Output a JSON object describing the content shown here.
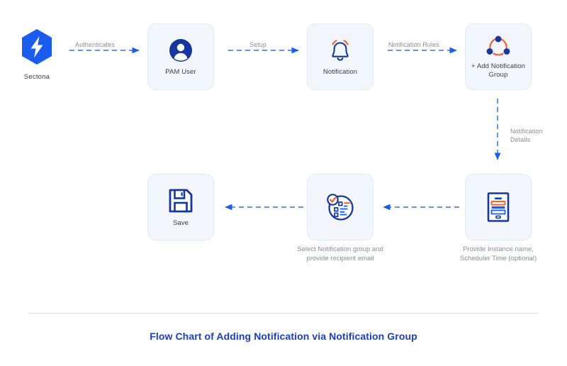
{
  "diagram": {
    "caption": "Flow Chart of Adding Notification via Notification Group",
    "colors": {
      "brand_blue": "#1a5cf0",
      "deep_blue": "#16379d",
      "accent_orange": "#f2622a",
      "node_fill": "#f3f7fd",
      "node_border": "#e3e9f3",
      "label_gray": "#8a8e95",
      "caption_blue": "#1a3fc4"
    },
    "nodes": [
      {
        "id": "sectona",
        "icon": "sectona-hexagon-bolt-logo",
        "label": "Sectona",
        "caption": ""
      },
      {
        "id": "pam-user",
        "icon": "user-avatar-icon",
        "label": "PAM User",
        "caption": ""
      },
      {
        "id": "notification",
        "icon": "bell-ringing-icon",
        "label": "Notification",
        "caption": ""
      },
      {
        "id": "add-notification-group",
        "icon": "group-three-dots-icon",
        "label": "+ Add\nNotification Group",
        "caption": ""
      },
      {
        "id": "provide-instance",
        "icon": "form-document-icon",
        "label": "",
        "caption": "Provide Instance name,\nScheduler Time (optional)"
      },
      {
        "id": "select-group",
        "icon": "checklist-circle-icon",
        "label": "",
        "caption": "Select Notification\ngroup and provide\nrecipient email"
      },
      {
        "id": "save",
        "icon": "floppy-disk-save-icon",
        "label": "Save",
        "caption": ""
      }
    ],
    "connectors": [
      {
        "id": "sectona-to-pam",
        "label": "Authenticates",
        "direction": "right"
      },
      {
        "id": "pam-to-notification",
        "label": "Setup",
        "direction": "right"
      },
      {
        "id": "notification-to-group",
        "label": "Notification Rules",
        "direction": "right"
      },
      {
        "id": "group-to-instance",
        "label": "Notification\nDetails",
        "direction": "down"
      },
      {
        "id": "instance-to-select",
        "label": "",
        "direction": "left"
      },
      {
        "id": "select-to-save",
        "label": "",
        "direction": "left"
      }
    ]
  }
}
